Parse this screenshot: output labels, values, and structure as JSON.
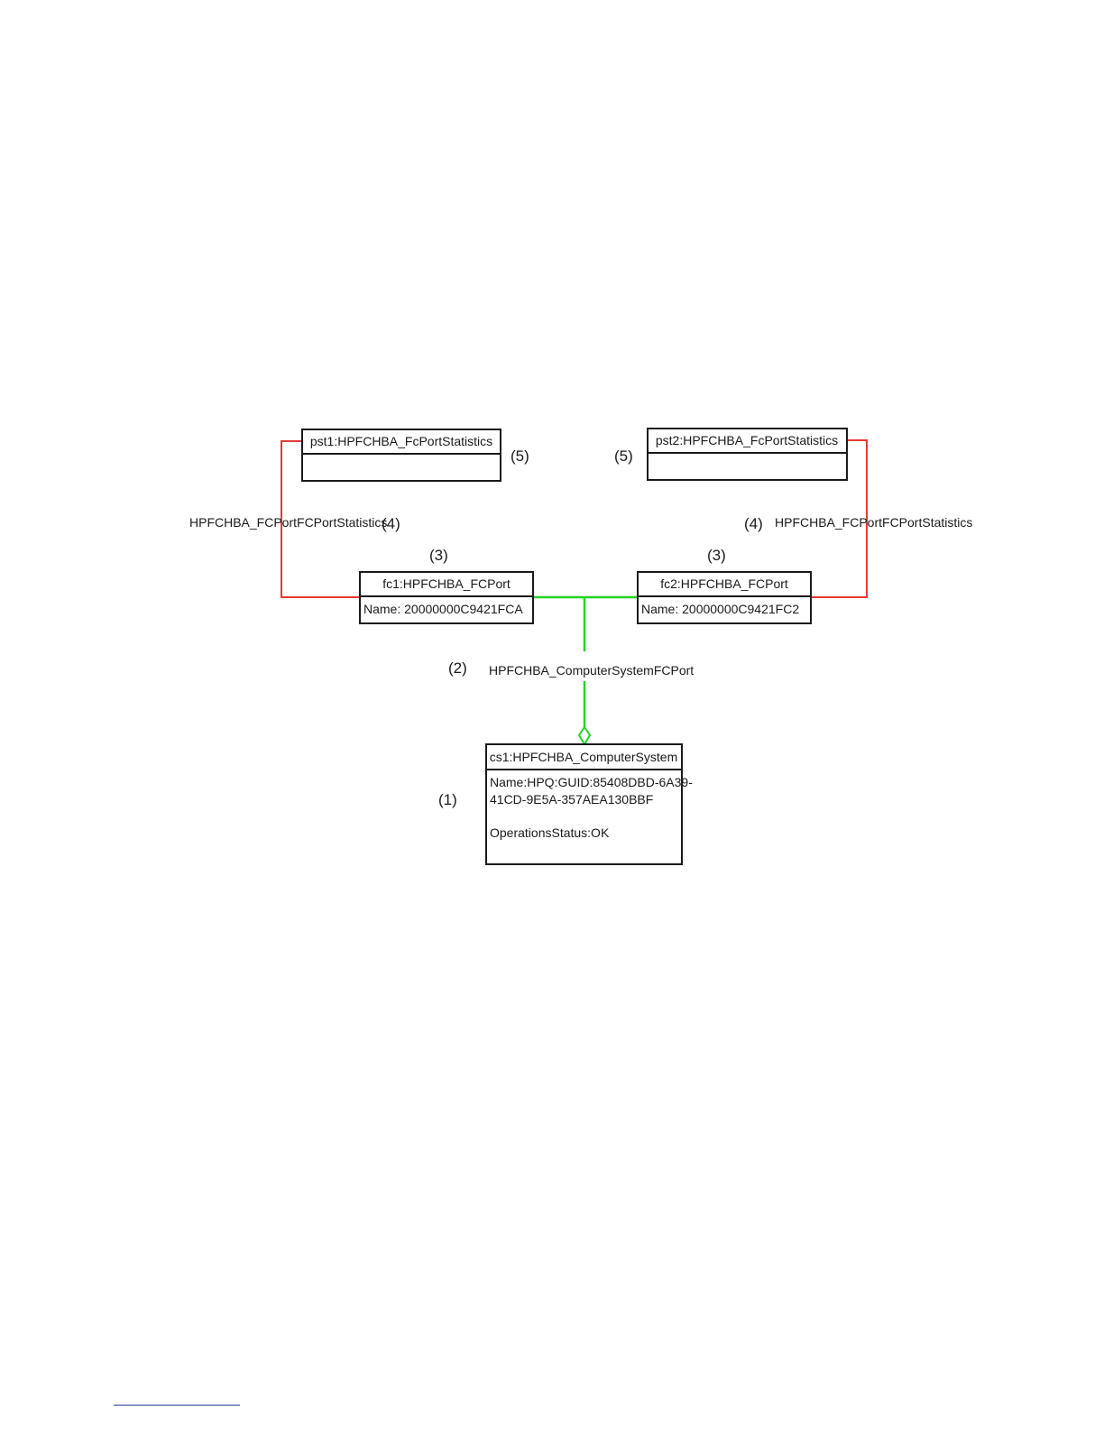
{
  "colors": {
    "statistics_association": "#e53935",
    "port_association": "#22d322",
    "box_border": "#1a1a1a",
    "footnote_rule": "#2a3a9a"
  },
  "boxes": {
    "pst1": {
      "title": "pst1:HPFCHBA_FcPortStatistics",
      "callout": "(5)"
    },
    "pst2": {
      "title": "pst2:HPFCHBA_FcPortStatistics",
      "callout": "(5)"
    },
    "fc1": {
      "title": "fc1:HPFCHBA_FCPort",
      "attr": "Name: 20000000C9421FCA",
      "callout": "(3)"
    },
    "fc2": {
      "title": "fc2:HPFCHBA_FCPort",
      "attr": "Name: 20000000C9421FC2",
      "callout": "(3)"
    },
    "cs1": {
      "title": "cs1:HPFCHBA_ComputerSystem",
      "attr_line1": "Name:HPQ:GUID:85408DBD-6A39-",
      "attr_line2": "41CD-9E5A-357AEA130BBF",
      "attr_line3": "OperationsStatus:OK",
      "callout": "(1)"
    }
  },
  "associations": {
    "left_statistics": {
      "label": "HPFCHBA_FCPortFCPortStatistics",
      "callout": "(4)"
    },
    "right_statistics": {
      "label": "HPFCHBA_FCPortFCPortStatistics",
      "callout": "(4)"
    },
    "computer_system_port": {
      "label": "HPFCHBA_ComputerSystemFCPort",
      "callout": "(2)"
    }
  }
}
